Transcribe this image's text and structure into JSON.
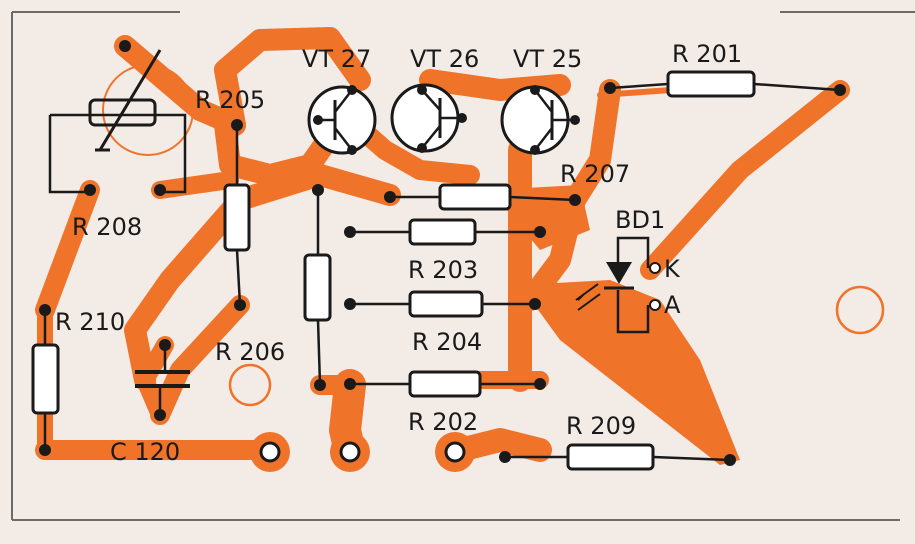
{
  "board": {
    "colors": {
      "background": "#f3ebe6",
      "copper": "#f0732a",
      "outline": "#1a1a1a",
      "pad": "#ffffff"
    },
    "labels": {
      "vt27": "VT 27",
      "vt26": "VT 26",
      "vt25": "VT 25",
      "r201": "R 201",
      "r205": "R 205",
      "r207": "R 207",
      "r208": "R 208",
      "r203": "R 203",
      "bd1": "BD1",
      "bd1_k": "K",
      "bd1_a": "A",
      "r210": "R 210",
      "r204": "R 204",
      "r206": "R 206",
      "c120": "C 120",
      "r202": "R 202",
      "r209": "R 209"
    }
  }
}
